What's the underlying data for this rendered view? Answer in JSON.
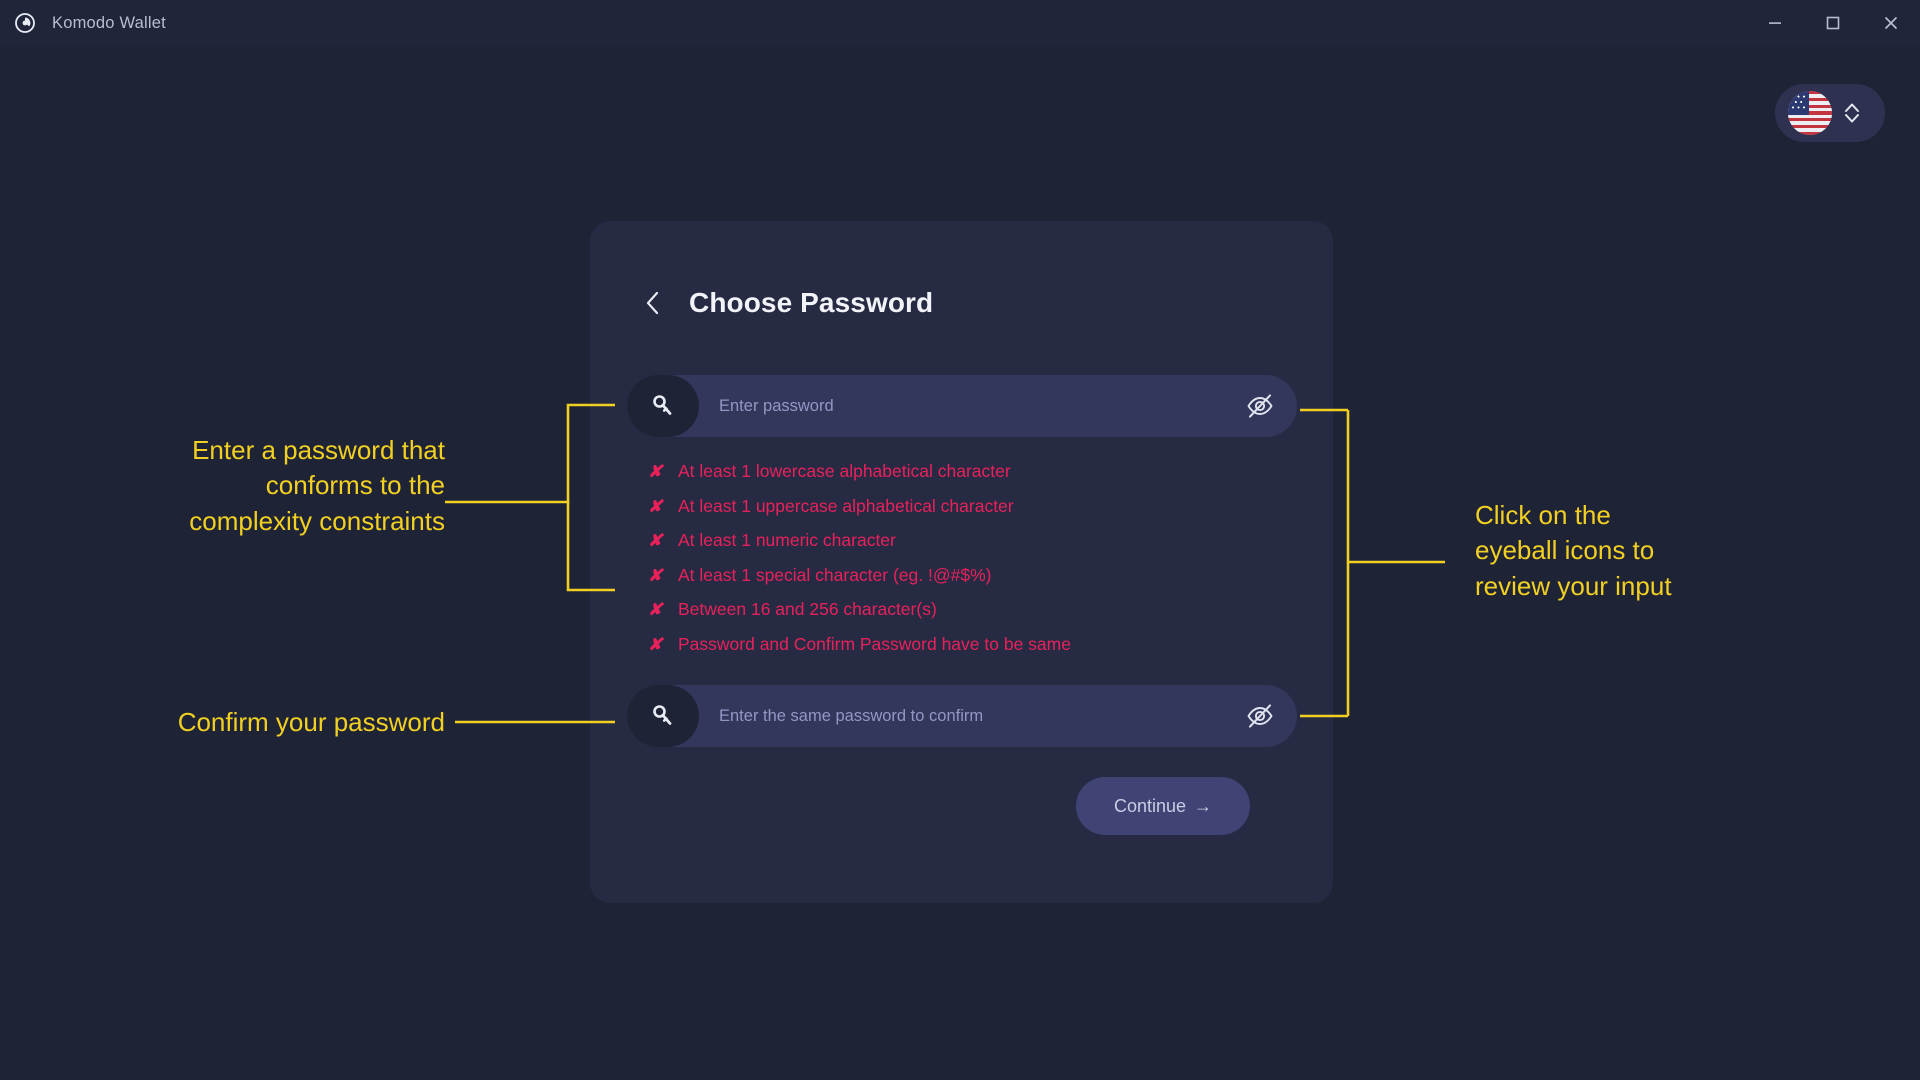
{
  "window": {
    "app_title": "Komodo Wallet",
    "logo_icon": "komodo-circle-logo",
    "controls": [
      {
        "name": "minimize",
        "icon": "minus-icon"
      },
      {
        "name": "maximize",
        "icon": "square-icon"
      },
      {
        "name": "close",
        "icon": "close-x-icon"
      }
    ]
  },
  "language_selector": {
    "flag_icon": "us-flag-icon",
    "chevron_icon": "chevron-up-down-icon",
    "selected": "en"
  },
  "card": {
    "back_icon": "chevron-left-icon",
    "title": "Choose Password",
    "password_field": {
      "icon": "key-icon",
      "placeholder": "Enter password",
      "value": "",
      "toggle_icon": "eye-off-icon"
    },
    "confirm_field": {
      "icon": "key-icon",
      "placeholder": "Enter the same password to confirm",
      "value": "",
      "toggle_icon": "eye-off-icon"
    },
    "validation": {
      "status_glyph": "✘",
      "color": "#e8215b",
      "rules": [
        "At least 1 lowercase alphabetical character",
        "At least 1 uppercase alphabetical character",
        "At least 1 numeric character",
        "At least 1 special character (eg. !@#$%)",
        "Between 16 and 256 character(s)",
        "Password and Confirm Password have to be same"
      ]
    },
    "continue_button": {
      "label": "Continue",
      "arrow_icon": "arrow-right-icon"
    }
  },
  "annotations": {
    "color": "#f2d022",
    "left_top": "Enter a password that\nconforms to the\ncomplexity constraints",
    "left_bottom": "Confirm your password",
    "right": "Click on the\neyeball icons to\nreview your input"
  },
  "colors": {
    "page_background": "#1f2336",
    "titlebar": "#21253a",
    "card_background": "#262a42",
    "input_background": "#34375c",
    "button_background": "#3f4474",
    "placeholder_text": "#9098c4",
    "error_text": "#e8215b",
    "annotation": "#f2d022"
  }
}
